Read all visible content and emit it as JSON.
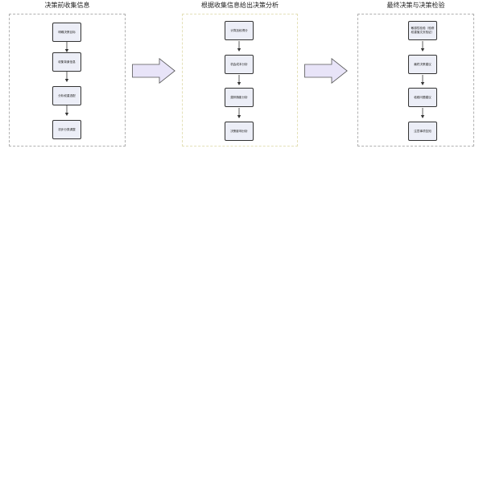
{
  "colors": {
    "step_fill": "#eceef7",
    "step_border": "#333333",
    "big_arrow_fill": "#e8e4f8",
    "big_arrow_stroke": "#555555",
    "panel_border_1": "#b0b0b0",
    "panel_border_2": "#e4e0b8",
    "panel_border_3": "#b0b0b0"
  },
  "panels": [
    {
      "title": "决策前收集信息",
      "steps": [
        "明确决策目标",
        "收集背景信息",
        "分析权重选配",
        "初步分类调整"
      ]
    },
    {
      "title": "根据收集信息给出决策分析",
      "steps": [
        "计算加权得分",
        "机会成本分析",
        "潜伴随影分析",
        "决策影响分析"
      ]
    },
    {
      "title": "最终决策与决策检验",
      "steps": [
        "敏感性检验（验修权重值文页验证）",
        "最终决策建议",
        "临候问题建议",
        "注意事项告知"
      ]
    }
  ],
  "connectors": [
    {
      "icon": "right-arrow-icon"
    },
    {
      "icon": "right-arrow-icon"
    }
  ]
}
